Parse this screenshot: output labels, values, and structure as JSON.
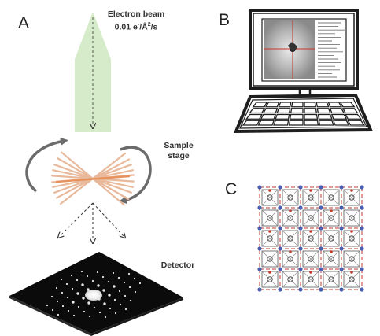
{
  "panels": {
    "a": {
      "label": "A"
    },
    "b": {
      "label": "B"
    },
    "c": {
      "label": "C"
    }
  },
  "electron_beam": {
    "title": "Electron beam",
    "dose_value": "0.01 e",
    "dose_sup1": "-",
    "dose_unit_mid": "/Å",
    "dose_sup2": "2",
    "dose_unit_end": "/s"
  },
  "sample_stage": {
    "line1": "Sample",
    "line2": "stage"
  },
  "detector": {
    "label": "Detector"
  },
  "colors": {
    "beam_fill": "#d6ebc9",
    "rotation_arrow": "#6b6b6b",
    "crystal_orange": "#e8925e",
    "crystal_light": "#e9b99c",
    "detector_face": "#0b0b0b",
    "crystal_lattice_red": "#c0392b",
    "crystal_lattice_blue": "#4a5fb0",
    "crystal_lattice_gray": "#555555"
  }
}
